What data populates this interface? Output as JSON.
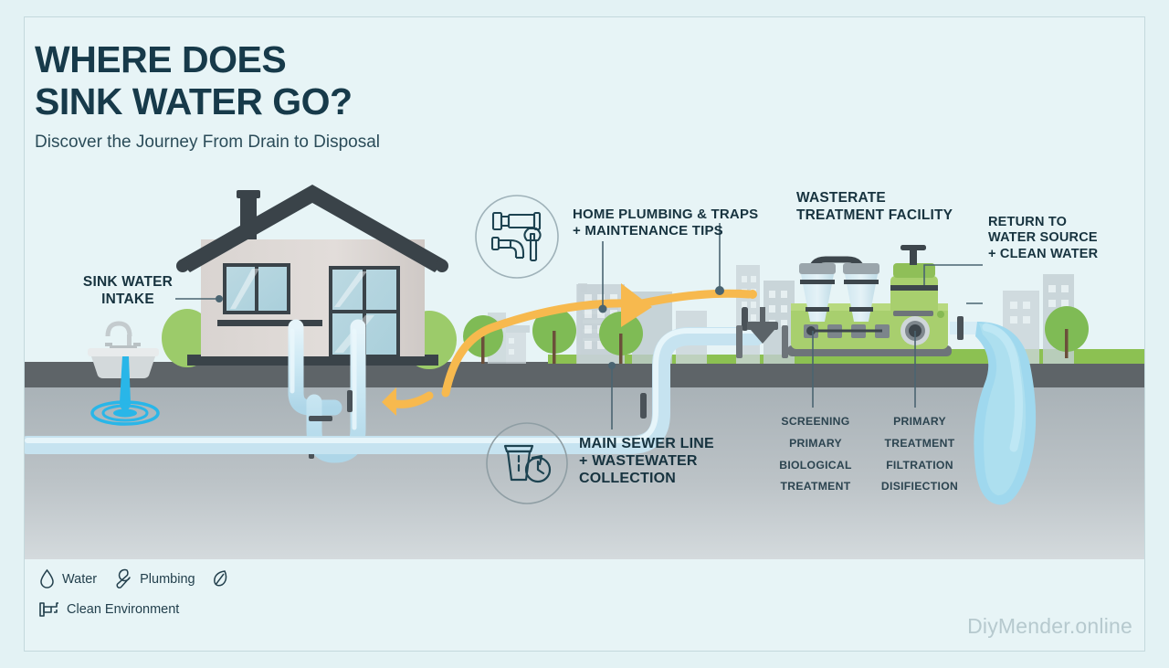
{
  "header": {
    "title_line1": "WHERE DOES",
    "title_line2": "SINK WATER GO?",
    "subtitle": "Discover the Journey From Drain to Disposal"
  },
  "labels": {
    "sink_intake_line1": "SINK WATER",
    "sink_intake_line2": "INTAKE",
    "plumbing_line1": "HOME PLUMBING & TRAPS",
    "plumbing_line2": "+ MAINTENANCE TIPS",
    "facility_line1": "WASTERATE",
    "facility_line2": "TREATMENT FACILITY",
    "return_line1": "RETURN TO",
    "return_line2": "WATER SOURCE",
    "return_line3": "+ CLEAN WATER",
    "sewer_line1": "MAIN SEWER LINE",
    "sewer_line2": "+ WASTEWATER",
    "sewer_line3": "COLLECTION"
  },
  "treatment_stages": {
    "column1": [
      "SCREENING",
      "PRIMARY",
      "BIOLOGICAL",
      "TREATMENT"
    ],
    "column2": [
      "PRIMARY",
      "TREATMENT",
      "FILTRATION",
      "DISIFIECTION"
    ]
  },
  "legend": {
    "water": "Water",
    "plumbing": "Plumbing",
    "clean_environment": "Clean Environment",
    "icons": {
      "water": "water-drop-icon",
      "plumbing": "wrench-icon",
      "leaf": "leaf-icon",
      "clean": "faucet-icon"
    }
  },
  "icons": {
    "plumbing_badge": "pipes-and-wrench-icon",
    "sewer_badge": "waste-bin-recycle-icon"
  },
  "watermark": "DiyMender.online",
  "colors": {
    "background": "#e3f2f4",
    "panel": "#e7f4f5",
    "title": "#173a4a",
    "label": "#17333f",
    "accent_orange": "#f7b94e",
    "water_blue": "#29b6e8",
    "pipe_blue": "#cfe9f5",
    "facility_green": "#a8cf6e",
    "roof_dark": "#3a4349",
    "wall": "#ded9d6",
    "asphalt": "#5e6468",
    "underground": "#b9c0c4",
    "grass": "#8cc152",
    "city_gray": "#c7d2d6",
    "tree_green": "#7fbb55",
    "watermark": "#b6c9ce"
  }
}
